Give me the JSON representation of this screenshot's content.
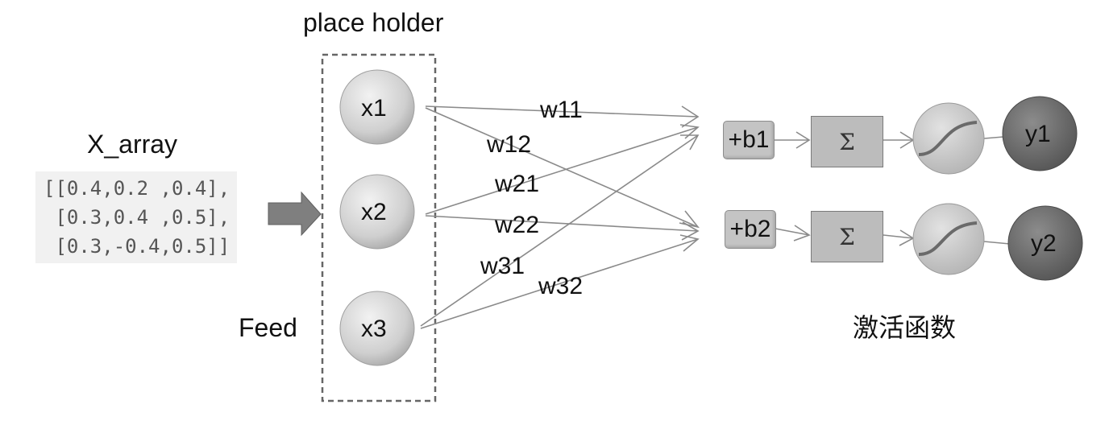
{
  "labels": {
    "placeholder_title": "place holder",
    "x_array_title": "X_array",
    "feed_label": "Feed",
    "activation_label": "激活函数"
  },
  "x_array": {
    "line1": "[[0.4,0.2 ,0.4],",
    "line2": " [0.3,0.4 ,0.5],",
    "line3": " [0.3,-0.4,0.5]]"
  },
  "inputs": [
    "x1",
    "x2",
    "x3"
  ],
  "weights": {
    "w11": "w11",
    "w12": "w12",
    "w21": "w21",
    "w22": "w22",
    "w31": "w31",
    "w32": "w32"
  },
  "biases": [
    "+b1",
    "+b2"
  ],
  "sum_symbol": "Σ",
  "outputs": [
    "y1",
    "y2"
  ],
  "colors": {
    "input_node": "#cfcfcf",
    "output_node": "#6e6e6e",
    "activation_node": "#c8c8c8",
    "edge": "#8a8a8a",
    "dashed_border": "#666666"
  }
}
